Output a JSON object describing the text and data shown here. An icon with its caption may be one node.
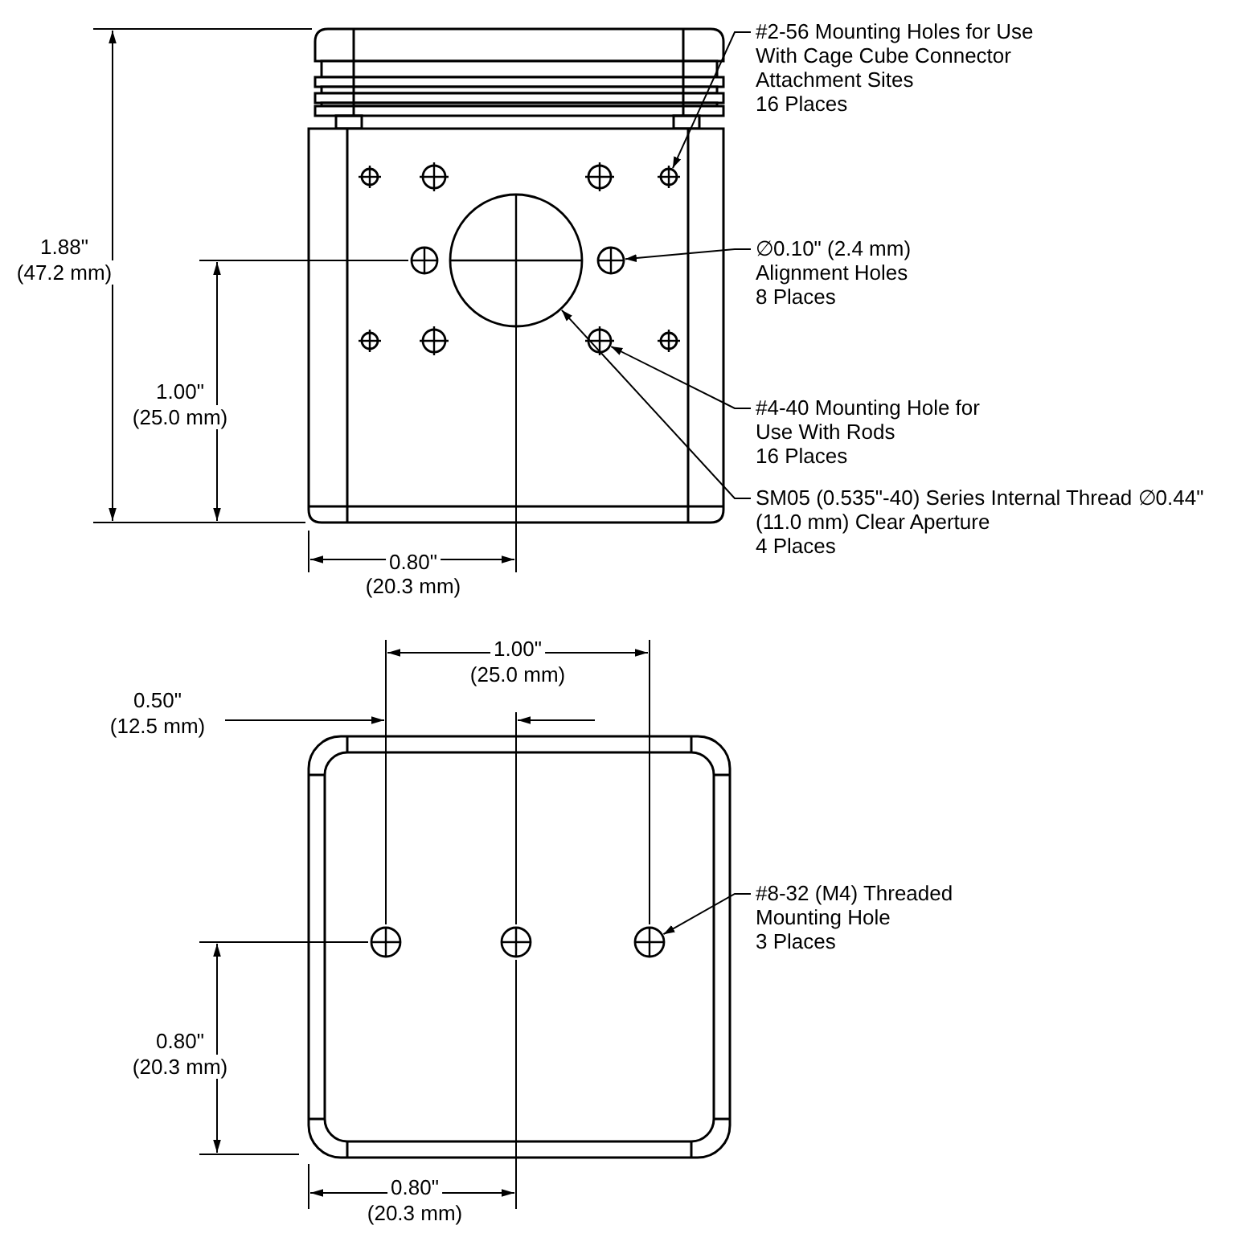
{
  "diagram": {
    "nodes": [
      {
        "text": [
          "#2-56 Mounting Holes for Use With Cage Cube Connector Attachment Sites",
          "16 Places"
        ]
      },
      {
        "text": [],
        "shape": "circle"
      },
      {
        "text": [
          "∅0.10\" (2.4 mm) Alignment Holes",
          "8 Places"
        ]
      },
      {
        "text": [],
        "shape": "circle"
      },
      {
        "text": [
          "#4-40 Mounting Hole for Use With Rods",
          "16 Places"
        ]
      },
      {
        "text": [],
        "shape": "circle"
      },
      {
        "text": [
          "SM05 (0.535\"-40) Series Internal Thread ∅0.44\" (11.0 mm) Clear Aperture",
          "4 Places"
        ]
      },
      {
        "text": [],
        "shape": "circle"
      },
      {
        "text": [
          "#8-32 (M4) Threaded Mounting Hole",
          "3 Places"
        ]
      },
      {
        "text": [],
        "shape": "circle"
      }
    ],
    "edges": [
      {
        "from": 0,
        "to": 1,
        "arrow": "to"
      },
      {
        "from": 2,
        "to": 3,
        "arrow": "to"
      },
      {
        "from": 4,
        "to": 5,
        "arrow": "to"
      },
      {
        "from": 6,
        "to": 7,
        "arrow": "to"
      },
      {
        "from": 8,
        "to": 9,
        "arrow": "to"
      }
    ],
    "labels": [
      "1.88\"",
      "(47.2 mm)",
      "1.00\"",
      "(25.0 mm)",
      "0.80\"",
      "(20.3 mm)",
      "1.00\"",
      "(25.0 mm)",
      "0.50\"",
      "(12.5 mm)",
      "0.80\"",
      "(20.3 mm)",
      "0.80\"",
      "(20.3 mm)"
    ]
  }
}
